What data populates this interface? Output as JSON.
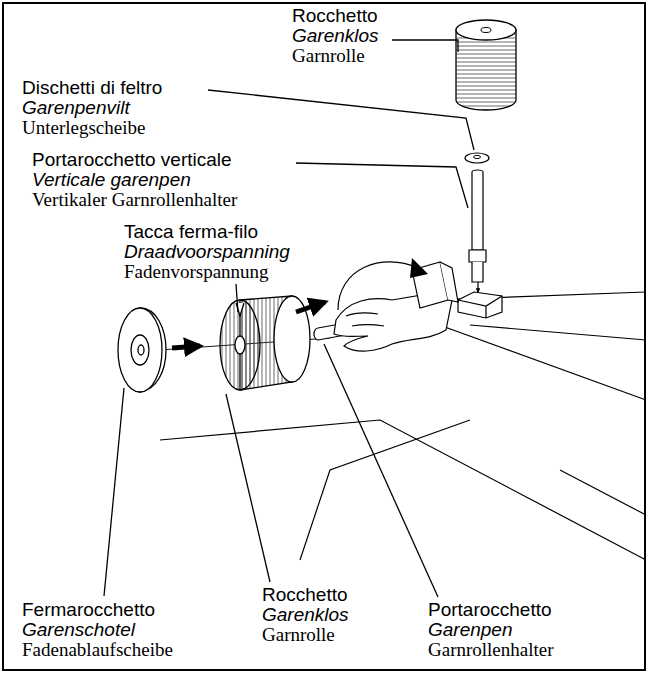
{
  "diagram": {
    "labels": [
      "Rocchetto",
      "Garenklos",
      "Garnrolle",
      "Dischetti di feltro",
      "Garenpenvilt",
      "Unterlegscheibe",
      "Portarocchetto verticale",
      "Verticale garenpen",
      "Vertikaler Garnrollenhalter",
      "Tacca ferma-filo",
      "Draadvoorspanning",
      "Fadenvorspannung",
      "Fermarocchetto",
      "Garenschotel",
      "Fadenablaufscheibe",
      "Rocchetto",
      "Garenklos",
      "Garnrolle",
      "Portarocchetto",
      "Garenpen",
      "Garnrollenhalter"
    ]
  }
}
